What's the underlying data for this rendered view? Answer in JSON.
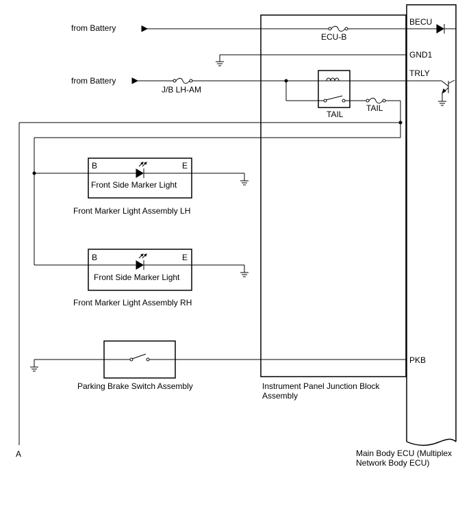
{
  "labels": {
    "from_battery_1": "from Battery",
    "from_battery_2": "from Battery",
    "ecu_b": "ECU-B",
    "jb_lh_am": "J/B LH-AM",
    "tail_relay": "TAIL",
    "tail_fuse": "TAIL",
    "becu": "BECU",
    "gnd1": "GND1",
    "trly": "TRLY",
    "pkb": "PKB",
    "ground_point_a": "A"
  },
  "front_lh": {
    "terminal_b": "B",
    "terminal_e": "E",
    "component": "Front Side Marker Light",
    "assembly": "Front Marker Light Assembly LH"
  },
  "front_rh": {
    "terminal_b": "B",
    "terminal_e": "E",
    "component": "Front Side Marker Light",
    "assembly": "Front Marker Light Assembly RH"
  },
  "parking_brake": {
    "assembly": "Parking Brake Switch Assembly"
  },
  "junction_block": {
    "line1": "Instrument Panel Junction Block",
    "line2": "Assembly"
  },
  "main_ecu": {
    "line1": "Main Body ECU (Multiplex",
    "line2": "Network Body ECU)"
  }
}
